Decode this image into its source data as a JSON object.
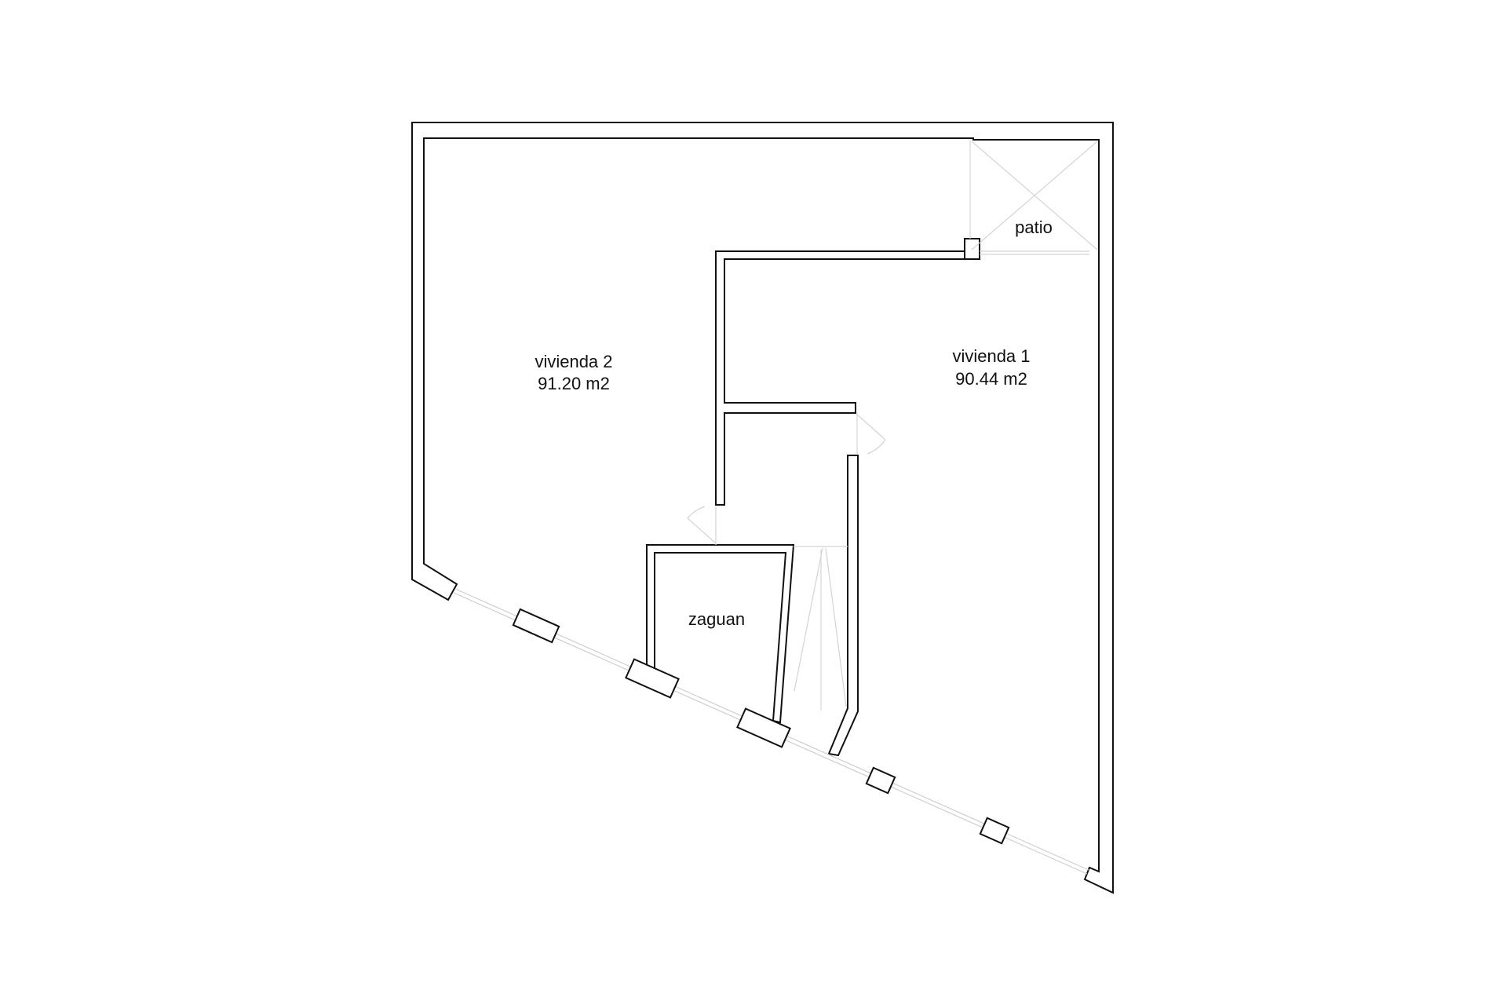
{
  "plan": {
    "rooms": [
      {
        "id": "vivienda-2",
        "name": "vivienda 2",
        "area": "91.20 m2"
      },
      {
        "id": "vivienda-1",
        "name": "vivienda 1",
        "area": "90.44 m2"
      },
      {
        "id": "zaguan",
        "name": "zaguan"
      },
      {
        "id": "patio",
        "name": "patio"
      }
    ],
    "colors": {
      "wall": "#111111",
      "thin_line": "#d4d4d4",
      "background": "#ffffff"
    }
  }
}
